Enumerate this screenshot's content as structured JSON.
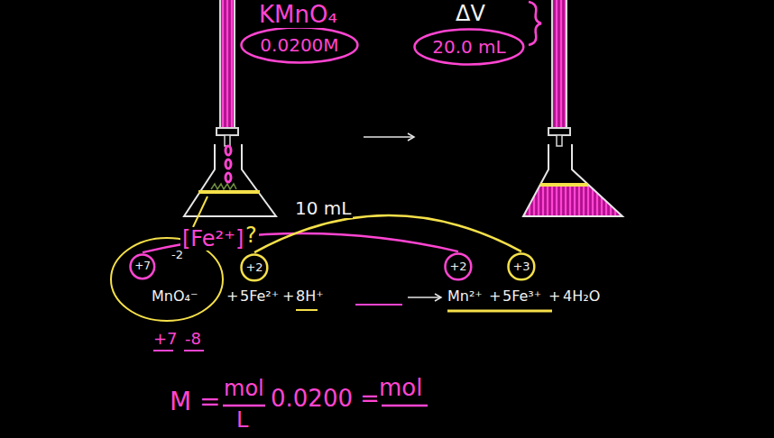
{
  "diagram": {
    "nodes": [
      {
        "text": [
          "0.0200M"
        ]
      },
      {
        "text": [
          "20.0 mL"
        ]
      },
      {
        "text": [
          "+7"
        ]
      },
      {
        "text": [
          "+2"
        ]
      },
      {
        "text": [
          "+2"
        ]
      },
      {
        "text": [
          "+3"
        ]
      }
    ],
    "edges": [
      {
        "from": 2,
        "to": 4,
        "arrow": "none"
      },
      {
        "from": 3,
        "to": 5,
        "arrow": "none"
      }
    ],
    "labels": [
      "KMnO₄",
      "ΔV",
      "10 mL",
      "[Fe²⁺]",
      "?",
      "-2",
      "MnO₄⁻",
      "+",
      "5Fe²⁺",
      "+",
      "8H⁺",
      "Mn²⁺",
      "+",
      "5Fe³⁺",
      "+",
      "4H₂O",
      "+7",
      "-8",
      "M =",
      "mol",
      "L",
      "0.0200 =",
      "mol"
    ]
  }
}
